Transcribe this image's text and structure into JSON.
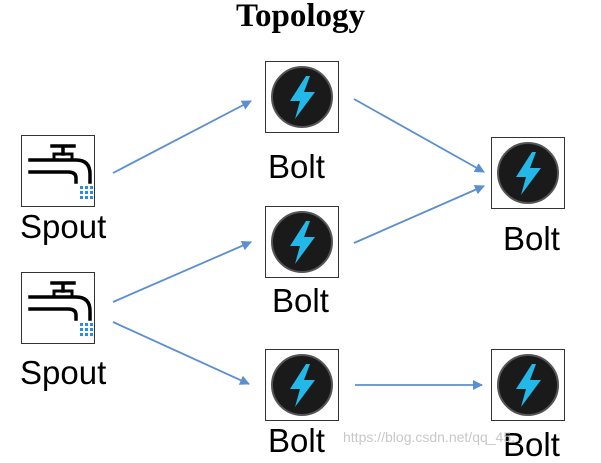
{
  "title": "Topology",
  "clipped_heading": "▇▇▇▇",
  "nodes": {
    "spout1": {
      "label": "Spout",
      "type": "spout"
    },
    "spout2": {
      "label": "Spout",
      "type": "spout"
    },
    "bolt_a": {
      "label": "Bolt",
      "type": "bolt"
    },
    "bolt_b": {
      "label": "Bolt",
      "type": "bolt"
    },
    "bolt_c": {
      "label": "Bolt",
      "type": "bolt"
    },
    "bolt_d": {
      "label": "Bolt",
      "type": "bolt"
    },
    "bolt_e": {
      "label": "Bolt",
      "type": "bolt"
    }
  },
  "edges": [
    {
      "from": "spout1",
      "to": "bolt_a"
    },
    {
      "from": "spout2",
      "to": "bolt_b"
    },
    {
      "from": "spout2",
      "to": "bolt_c"
    },
    {
      "from": "bolt_a",
      "to": "bolt_d"
    },
    {
      "from": "bolt_b",
      "to": "bolt_d"
    },
    {
      "from": "bolt_c",
      "to": "bolt_e"
    }
  ],
  "colors": {
    "arrow": "#5b8fd0",
    "bolt_glyph": "#22b8e8",
    "bolt_disc": "#1a1a1a",
    "faucet_line": "#000000",
    "faucet_drops": "#2a8fe0"
  },
  "icons": {
    "spout": "faucet-icon",
    "bolt": "lightning-bolt-icon"
  },
  "watermark": "https://blog.csdn.net/qq_45..."
}
